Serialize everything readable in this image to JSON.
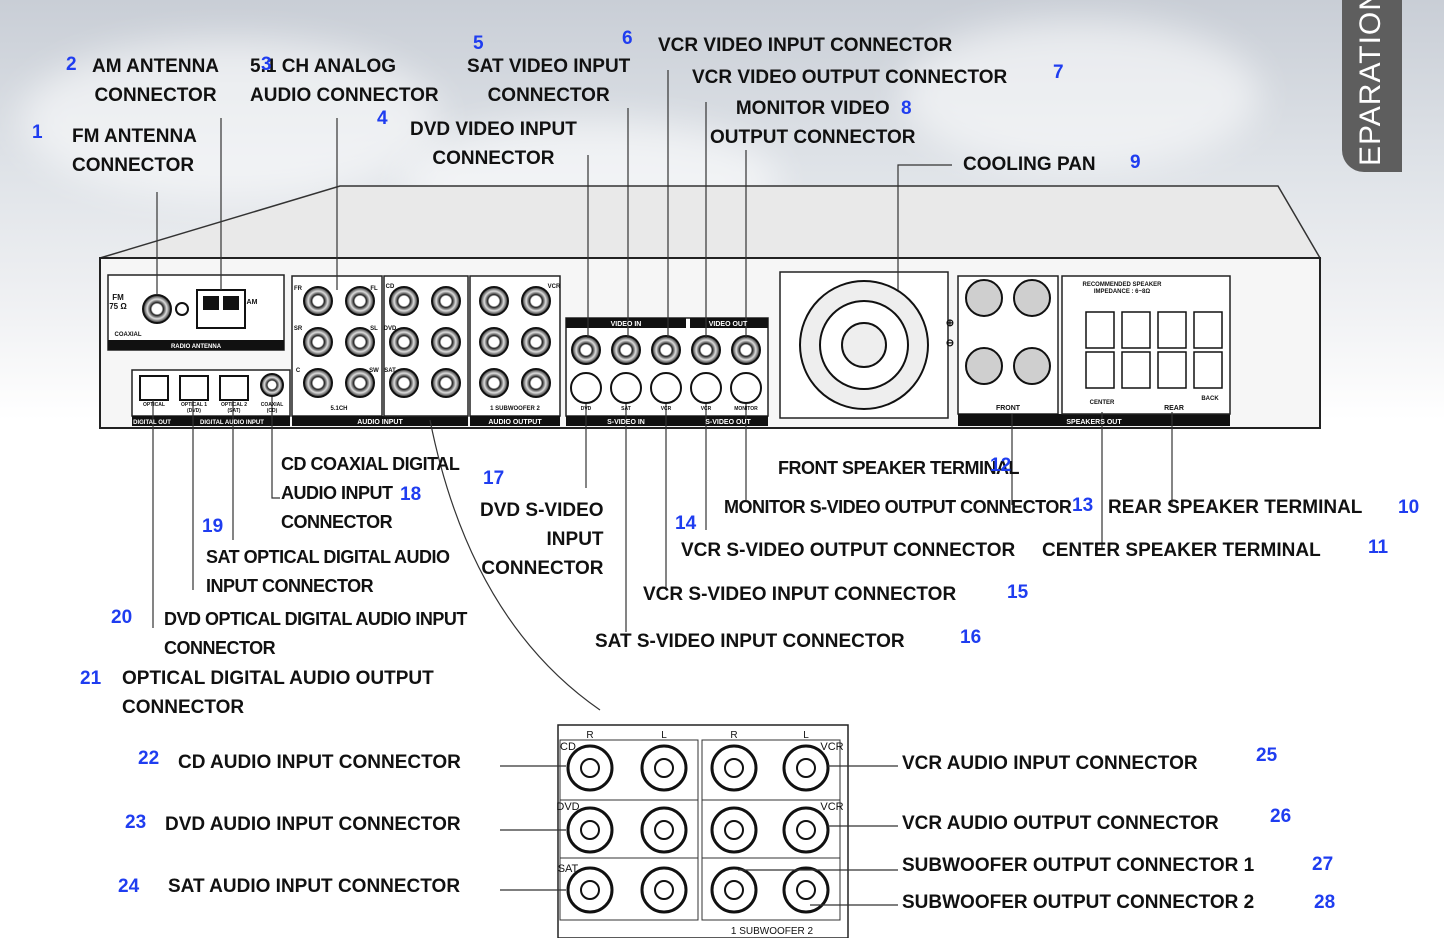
{
  "side_tab": "EPARATION",
  "callouts": [
    {
      "num": "1",
      "text": "FM ANTENNA\nCONNECTOR"
    },
    {
      "num": "2",
      "text": "AM ANTENNA\nCONNECTOR"
    },
    {
      "num": "3",
      "text": "5.1 CH ANALOG\nAUDIO CONNECTOR"
    },
    {
      "num": "4",
      "text": "DVD VIDEO INPUT\nCONNECTOR"
    },
    {
      "num": "5",
      "text": "SAT VIDEO INPUT\nCONNECTOR"
    },
    {
      "num": "6",
      "text": "VCR VIDEO INPUT CONNECTOR"
    },
    {
      "num": "7",
      "text": "VCR VIDEO OUTPUT CONNECTOR"
    },
    {
      "num": "8",
      "text": "MONITOR VIDEO\nOUTPUT CONNECTOR"
    },
    {
      "num": "9",
      "text": "COOLING PAN"
    },
    {
      "num": "10",
      "text": "REAR SPEAKER TERMINAL"
    },
    {
      "num": "11",
      "text": "CENTER SPEAKER TERMINAL"
    },
    {
      "num": "12",
      "text": "FRONT SPEAKER TERMINAL"
    },
    {
      "num": "13",
      "text": "MONITOR S-VIDEO OUTPUT CONNECTOR"
    },
    {
      "num": "14",
      "text": "VCR S-VIDEO OUTPUT CONNECTOR"
    },
    {
      "num": "15",
      "text": "VCR S-VIDEO INPUT CONNECTOR"
    },
    {
      "num": "16",
      "text": "SAT S-VIDEO INPUT CONNECTOR"
    },
    {
      "num": "17",
      "text": "DVD S-VIDEO\nINPUT\nCONNECTOR"
    },
    {
      "num": "18",
      "text": "CD COAXIAL DIGITAL\nAUDIO INPUT\nCONNECTOR"
    },
    {
      "num": "19",
      "text": "SAT OPTICAL DIGITAL AUDIO\nINPUT CONNECTOR"
    },
    {
      "num": "20",
      "text": "DVD OPTICAL DIGITAL AUDIO INPUT\nCONNECTOR"
    },
    {
      "num": "21",
      "text": "OPTICAL DIGITAL AUDIO OUTPUT\nCONNECTOR"
    },
    {
      "num": "22",
      "text": "CD AUDIO INPUT CONNECTOR"
    },
    {
      "num": "23",
      "text": "DVD AUDIO INPUT CONNECTOR"
    },
    {
      "num": "24",
      "text": "SAT AUDIO INPUT CONNECTOR"
    },
    {
      "num": "25",
      "text": "VCR AUDIO INPUT CONNECTOR"
    },
    {
      "num": "26",
      "text": "VCR AUDIO OUTPUT CONNECTOR"
    },
    {
      "num": "27",
      "text": "SUBWOOFER OUTPUT CONNECTOR 1"
    },
    {
      "num": "28",
      "text": "SUBWOOFER OUTPUT CONNECTOR 2"
    }
  ],
  "panel": {
    "fm": "FM\n75 Ω",
    "coaxial": "COAXIAL",
    "am": "AM",
    "radio_antenna": "RADIO ANTENNA",
    "optical": "OPTICAL",
    "optical1": "OPTICAL 1\n(DVD)",
    "optical2": "OPTICAL 2\n(SAT)",
    "coaxial_cd": "COAXIAL\n(CD)",
    "digital_out": "DIGITAL OUT",
    "digital_audio_input": "DIGITAL AUDIO INPUT",
    "fr": "FR",
    "fl": "FL",
    "sr": "SR",
    "sl": "SL",
    "c": "C",
    "sw": "SW",
    "ch51": "5.1CH",
    "audio_input": "AUDIO INPUT",
    "audio_output": "AUDIO OUTPUT",
    "cd": "CD",
    "dvd": "DVD",
    "sat": "SAT",
    "vcr": "VCR",
    "r": "R",
    "l": "L",
    "subwoofer": "1  SUBWOOFER  2",
    "video_in": "VIDEO IN",
    "video_out": "VIDEO OUT",
    "s_video_in": "S-VIDEO IN",
    "s_video_out": "S-VIDEO OUT",
    "sv_dvd": "DVD",
    "sv_sat": "SAT",
    "sv_vcr": "VCR",
    "sv_vcr2": "VCR",
    "sv_monitor": "MONITOR",
    "front": "FRONT",
    "speakers_out": "SPEAKERS OUT",
    "rear": "REAR",
    "center": "CENTER",
    "back": "BACK",
    "rec_speaker": "RECOMMENDED SPEAKER\nIMPEDANCE : 6~8Ω",
    "plus": "⊕",
    "minus": "⊖"
  }
}
